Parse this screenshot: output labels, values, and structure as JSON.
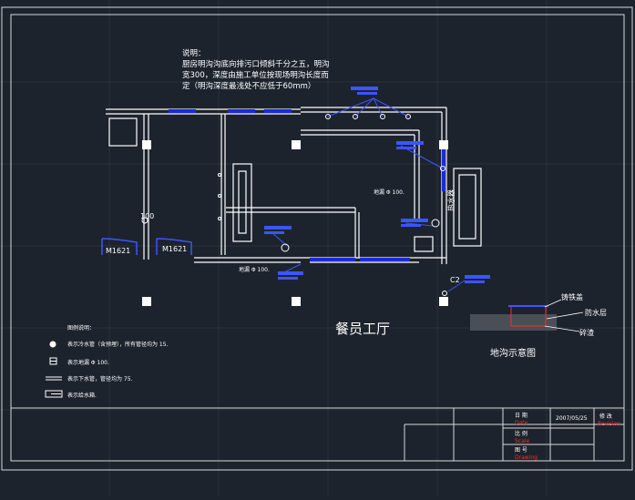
{
  "notes": {
    "heading": "说明：",
    "line1": "厨房明沟沟底向排污口倾斜千分之五，明沟",
    "line2": "宽300，深度由施工单位按现场明沟长度而",
    "line3": "定（明沟深度最浅处不应低于60mm）"
  },
  "labels": {
    "door_left": "M1621",
    "door_right": "M1621",
    "room_name": "餐员工厅",
    "trench_title": "地沟示意图",
    "floor_drain_1": "地漏 Φ 100.",
    "floor_drain_2": "地漏 Φ 100.",
    "vertical_label": "热水器",
    "valve_label": "C2",
    "pipe_dim": "100"
  },
  "trench_labels": {
    "cover": "铸铁盖",
    "waterproof": "防水层",
    "gravel": "碎渣"
  },
  "legend": {
    "title": "图例说明：",
    "item1": "表示冷水管（含预埋），所有管径均为 15.",
    "item2": "表示地漏 Φ 100.",
    "item3": "表示下水管，管径均为 75.",
    "item4": "表示给水箱.",
    "circle_icon": "filled-circle-icon",
    "drain_icon": "floor-drain-icon",
    "pipe_icon": "double-line-pipe-icon",
    "arrow_icon": "arrow-box-icon"
  },
  "title_block": {
    "date_label": "日 期",
    "date_value": "2007/05/25",
    "scale_label": "比 例",
    "drawing_label": "图 号",
    "revision_label": "修 改",
    "date_sub": "Date",
    "scale_sub": "Scale",
    "drawing_sub": "Drawing",
    "revision_sub": "Revision"
  },
  "colors": {
    "background": "#1d232d",
    "wall": "#ffffff",
    "pipe": "#1a2cd8",
    "annotation": "#3b55ff",
    "highlight": "#ff2a2a",
    "grid": "#2d3542"
  }
}
